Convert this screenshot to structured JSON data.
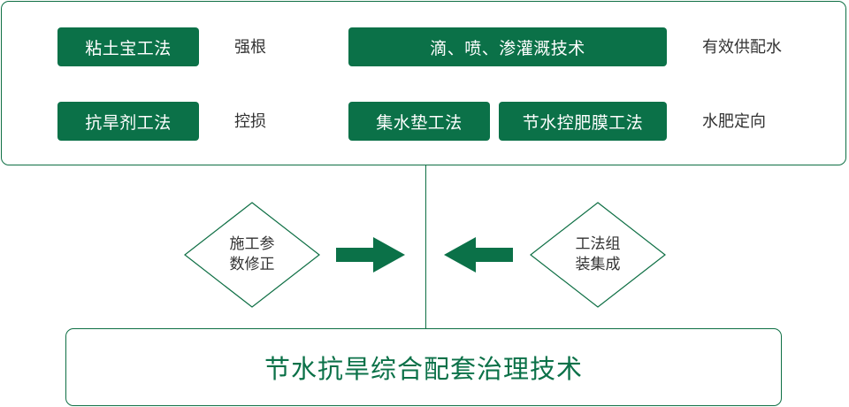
{
  "top": {
    "row1": {
      "method_a": "粘土宝工法",
      "effect_a": "强根",
      "method_b": "滴、喷、渗灌溉技术",
      "effect_b": "有效供配水"
    },
    "row2": {
      "method_a": "抗旱剂工法",
      "effect_a": "控损",
      "method_b1": "集水垫工法",
      "method_b2": "节水控肥膜工法",
      "effect_b": "水肥定向"
    }
  },
  "middle": {
    "left_diamond": {
      "line1": "施工参",
      "line2": "数修正"
    },
    "right_diamond": {
      "line1": "工法组",
      "line2": "装集成"
    }
  },
  "bottom": {
    "title": "节水抗旱综合配套治理技术"
  },
  "colors": {
    "green": "#0b7148",
    "text": "#333333",
    "border": "#0e6f44"
  }
}
